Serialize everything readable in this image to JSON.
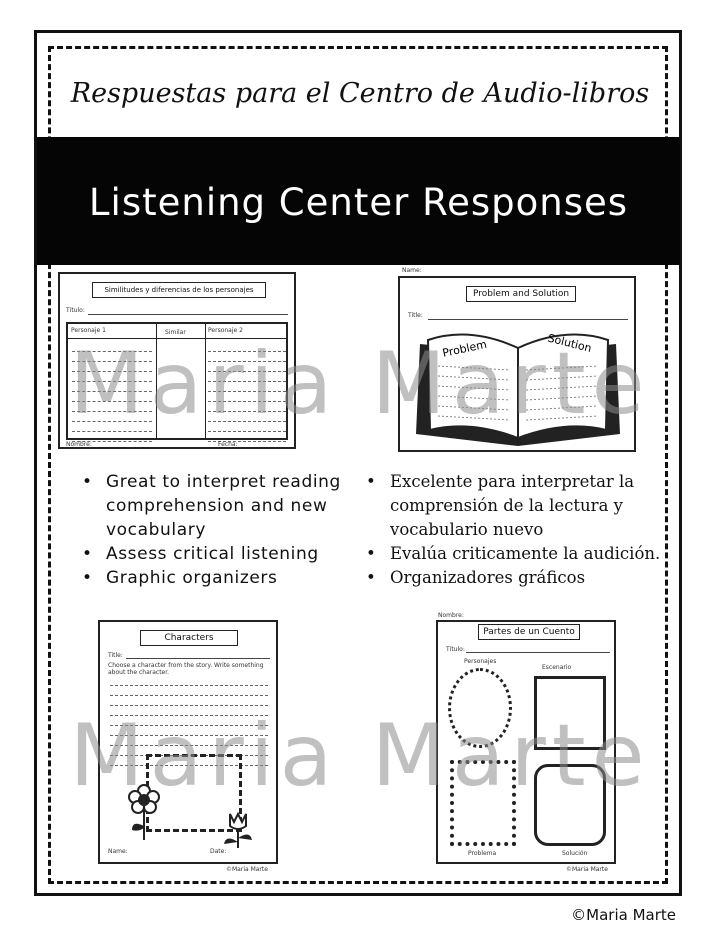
{
  "header": {
    "title_es": "Respuestas para el Centro de Audio-libros",
    "banner": "Listening Center Responses"
  },
  "thumbnails": {
    "similarities": {
      "title": "Similitudes y diferencias de los personajes",
      "titulo_label": "Título:",
      "col1": "Personaje 1",
      "col2": "Similar",
      "col3": "Personaje 2",
      "nombre_label": "Nombre:",
      "fecha_label": "Fecha:"
    },
    "problem_solution": {
      "name_label": "Name:",
      "title": "Problem and Solution",
      "title_label": "Title:",
      "problem": "Problem",
      "solution": "Solution"
    },
    "characters": {
      "title": "Characters",
      "title_label": "Title:",
      "instructions": "Choose a character from the story. Write something about the character.",
      "name_label": "Name:",
      "date_label": "Date:",
      "credit": "©Maria Marte"
    },
    "story_parts": {
      "nombre_label": "Nombre:",
      "title": "Partes de un Cuento",
      "titulo_label": "Título:",
      "personajes": "Personajes",
      "escenario": "Escenario",
      "problema": "Problema",
      "solucion": "Solución",
      "credit": "©Maria Marte"
    }
  },
  "bullets_en": [
    "Great to interpret reading comprehension and new vocabulary",
    "Assess critical listening",
    "Graphic organizers"
  ],
  "bullets_es": [
    "Excelente para interpretar la comprensión de la lectura y vocabulario nuevo",
    "Evalúa criticamente la audición.",
    "Organizadores gráficos"
  ],
  "watermark": "Maria Marte",
  "copyright": "©Maria Marte"
}
